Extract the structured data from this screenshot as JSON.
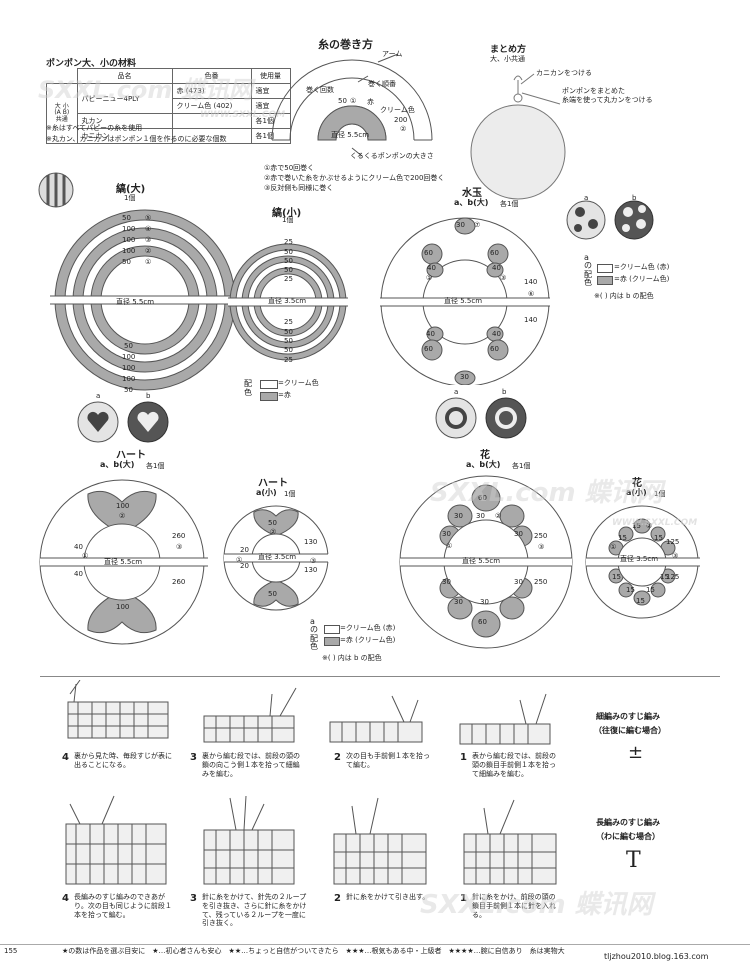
{
  "materials": {
    "title": "ポンポン大、小の材料",
    "table": {
      "headers": [
        "品名",
        "色番",
        "使用量"
      ],
      "col1_label_lines": [
        "大",
        "小",
        "(A",
        "B)",
        "共通"
      ],
      "rows": [
        [
          "パピーニュー4PLY",
          "赤 (473)",
          "適宜"
        ],
        [
          "",
          "クリーム色 (402)",
          "適宜"
        ],
        [
          "丸カン",
          "",
          "各1個"
        ],
        [
          "カニカン",
          "",
          "各1個"
        ]
      ]
    },
    "notes": [
      "※糸はすべてパピーの糸を使用",
      "※丸カン、カニカンはポンポン１個を作るのに必要な個数"
    ]
  },
  "winding": {
    "title": "糸の巻き方",
    "labels": {
      "arm": "アーム",
      "order": "巻く順番",
      "times": "巻く回数",
      "red": "赤",
      "cream": "クリーム色",
      "diameter": "直径 5.5cm",
      "size_note": "くるくるポンポンの大きさ"
    },
    "nums": {
      "n50": "50",
      "c1": "①",
      "n200": "200",
      "c2": "②"
    },
    "steps": [
      "①赤で50回巻く",
      "②赤で巻いた糸をかぶせるようにクリーム色で200回巻く",
      "③反対側も同様に巻く"
    ]
  },
  "finish": {
    "title": "まとめ方",
    "subtitle": "大、小共通",
    "labels": [
      "カニカンをつける",
      "ポンポンをまとめた",
      "糸端を使って丸カンをつける"
    ]
  },
  "stripe_large": {
    "title": "縞(大)",
    "count": "1個",
    "diameter": "直径 5.5cm",
    "top": [
      {
        "n": "50",
        "c": "⑤"
      },
      {
        "n": "100",
        "c": "④"
      },
      {
        "n": "100",
        "c": "③"
      },
      {
        "n": "100",
        "c": "②"
      },
      {
        "n": "50",
        "c": "①"
      }
    ],
    "bottom": [
      "50",
      "100",
      "100",
      "100",
      "50"
    ]
  },
  "stripe_small": {
    "title": "縞(小)",
    "count": "1個",
    "diameter": "直径 3.5cm",
    "top": [
      "25",
      "50",
      "50",
      "50",
      "25"
    ],
    "bottom": [
      "25",
      "50",
      "50",
      "50",
      "25"
    ]
  },
  "polka": {
    "title": "水玉",
    "sub": "a、b(大)",
    "count": "各1個",
    "diameter": "直径 5.5cm",
    "nums": {
      "n30": "30",
      "c7": "⑦",
      "n60": "60",
      "c3": "③",
      "n40": "40",
      "c1": "①",
      "n140": "140",
      "c6": "⑥"
    },
    "ab": [
      "a",
      "b"
    ]
  },
  "legend1": {
    "label_lines": [
      "配",
      "色"
    ],
    "items": [
      "=クリーム色",
      "=赤"
    ]
  },
  "legend_ab": {
    "a_lines": [
      "a",
      "の",
      "配",
      "色"
    ],
    "items": [
      "=クリーム色 (赤)",
      "=赤 (クリーム色)"
    ],
    "note": "※( ) 内は b の配色"
  },
  "legend_ab2": {
    "a_lines": [
      "a",
      "の",
      "配",
      "色"
    ],
    "items": [
      "=クリーム色 (赤)",
      "=赤 (クリーム色)"
    ],
    "note": "※( ) 内は b の配色"
  },
  "heart_large": {
    "title": "ハート",
    "sub": "a、b(大)",
    "count": "各1個",
    "diameter": "直径 5.5cm",
    "ab": [
      "a",
      "b"
    ],
    "nums": {
      "n100": "100",
      "c2": "②",
      "n260": "260",
      "c3": "③",
      "n40": "40",
      "c1": "①"
    }
  },
  "heart_small": {
    "title": "ハート",
    "sub": "a(小)",
    "count": "1個",
    "diameter": "直径 3.5cm",
    "nums": {
      "n50": "50",
      "c2": "②",
      "n20": "20",
      "c1": "①",
      "n130": "130",
      "c3": "③"
    }
  },
  "flower_large": {
    "title": "花",
    "sub": "a、b(大)",
    "count": "各1個",
    "diameter": "直径 5.5cm",
    "ab": [
      "a",
      "b"
    ],
    "nums": {
      "n30": "30",
      "c2": "②",
      "c1": "①",
      "n250": "250",
      "c3": "③",
      "n60": "60"
    }
  },
  "flower_small": {
    "title": "花",
    "sub": "a(小)",
    "count": "1個",
    "diameter": "直径 3.5cm",
    "nums": {
      "n15": "15",
      "c2": "②",
      "c1": "①",
      "n125": "125",
      "c3": "③"
    }
  },
  "instructions": {
    "row1_title": [
      "細編みのすじ編み",
      "（往復に編む場合）"
    ],
    "row1_symbol": "±",
    "row2_title": [
      "長編みのすじ編み",
      "（わに編む場合）"
    ],
    "row2_symbol": "T",
    "row1_steps": [
      {
        "n": "4",
        "text": "裏から見た時、毎段すじが表に出ることになる。"
      },
      {
        "n": "3",
        "text": "裏から編む段では、前段の頭の鎖の向こう側１本を拾って細編みを編む。"
      },
      {
        "n": "2",
        "text": "次の目も手前側１本を拾って編む。"
      },
      {
        "n": "1",
        "text": "表から編む段では、前段の頭の鎖目手前側１本を拾って細編みを編む。"
      }
    ],
    "row2_steps": [
      {
        "n": "4",
        "text": "長編みのすじ編みのできあがり。次の目も同じように前段１本を拾って編む。"
      },
      {
        "n": "3",
        "text": "針に糸をかけて、針先の２ループを引き抜き、さらに針に糸をかけて、残っている２ループを一度に引き抜く。"
      },
      {
        "n": "2",
        "text": "針に糸をかけて引き出す。"
      },
      {
        "n": "1",
        "text": "針に糸をかけ、前段の頭の鎖目手前側１本に針を入れる。"
      }
    ]
  },
  "footer": {
    "page": "155",
    "text": "★の数は作品を選ぶ目安に　★…初心者さんも安心　★★…ちょっと自信がついてきたら　★★★…根気もある中・上級者　★★★★…腕に自信あり　糸は実物大",
    "url": "tljzhou2010.blog.163.com"
  },
  "watermarks": {
    "w1": "SXXL.com 蝶讯网",
    "w2": "WWW.SXXL.COM",
    "w3": "SXXL.com 蝶讯网",
    "w4": "WWW.SXXL.COM",
    "w5": "SXXL.com 蝶讯网"
  },
  "colors": {
    "grey": "#a9a9a9",
    "line": "#555555",
    "accent": "#222222"
  }
}
